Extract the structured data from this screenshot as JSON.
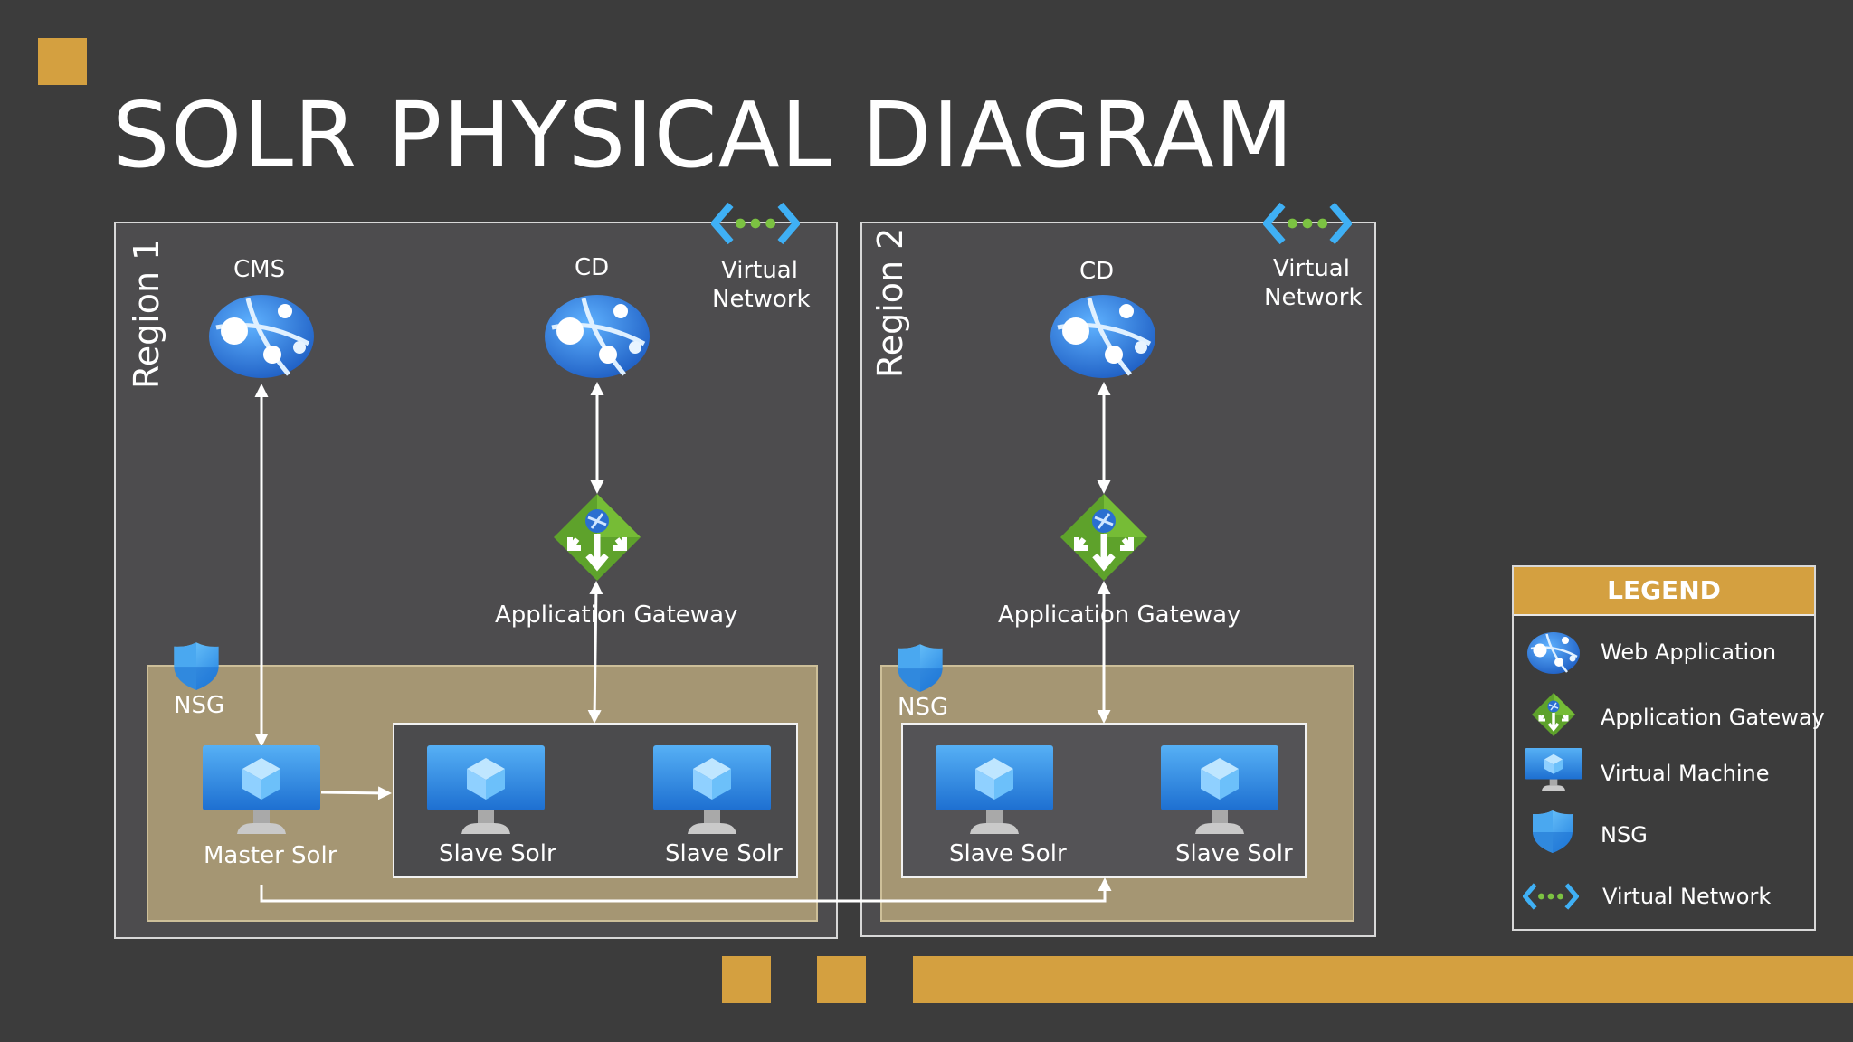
{
  "slide": {
    "title": "SOLR PHYSICAL DIAGRAM",
    "accent_color": "#d4a040",
    "background_color": "#3c3c3c"
  },
  "region1": {
    "label": "Region 1",
    "cms_label": "CMS",
    "cd_label": "CD",
    "vnet_label_line1": "Virtual",
    "vnet_label_line2": "Network",
    "gateway_label": "Application Gateway",
    "nsg_label": "NSG",
    "master_label": "Master Solr",
    "slave1_label": "Slave Solr",
    "slave2_label": "Slave Solr"
  },
  "region2": {
    "label": "Region 2",
    "cd_label": "CD",
    "vnet_label_line1": "Virtual",
    "vnet_label_line2": "Network",
    "gateway_label": "Application Gateway",
    "nsg_label": "NSG",
    "slave1_label": "Slave Solr",
    "slave2_label": "Slave Solr"
  },
  "legend": {
    "title": "LEGEND",
    "items": [
      {
        "icon": "web-application-icon",
        "label": "Web Application"
      },
      {
        "icon": "application-gateway-icon",
        "label": "Application Gateway"
      },
      {
        "icon": "virtual-machine-icon",
        "label": "Virtual Machine"
      },
      {
        "icon": "nsg-shield-icon",
        "label": "NSG"
      },
      {
        "icon": "virtual-network-icon",
        "label": "Virtual Network"
      }
    ]
  }
}
